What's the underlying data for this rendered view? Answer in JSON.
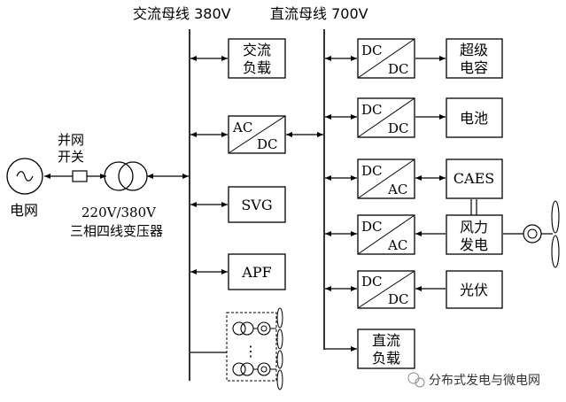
{
  "bus": {
    "ac_label": "交流母线 380V",
    "dc_label": "直流母线 700V"
  },
  "grid": {
    "label": "电网",
    "switch_label_1": "并网",
    "switch_label_2": "开关"
  },
  "transformer": {
    "line1": "220V/380V",
    "line2": "三相四线变压器"
  },
  "ac_side": {
    "ac_load_line1": "交流",
    "ac_load_line2": "负载",
    "acdc_top": "AC",
    "acdc_bottom": "DC",
    "svg": "SVG",
    "apf": "APF"
  },
  "dc_side": {
    "conv1_top": "DC",
    "conv1_bottom": "DC",
    "conv2_top": "DC",
    "conv2_bottom": "DC",
    "conv3_top": "DC",
    "conv3_bottom": "AC",
    "conv4_top": "DC",
    "conv4_bottom": "AC",
    "conv5_top": "DC",
    "conv5_bottom": "DC",
    "supercap_line1": "超级",
    "supercap_line2": "电容",
    "battery": "电池",
    "caes": "CAES",
    "wind_line1": "风力",
    "wind_line2": "发电",
    "pv": "光伏",
    "dc_load_line1": "直流",
    "dc_load_line2": "负载"
  },
  "ellipsis": "⋮",
  "watermark": "分布式发电与微电网"
}
